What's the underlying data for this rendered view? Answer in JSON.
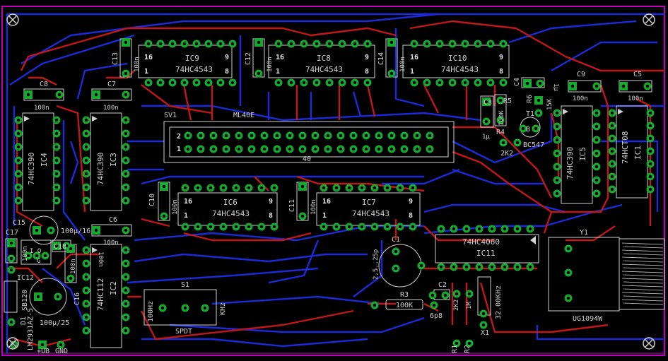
{
  "board": {
    "colors": {
      "background": "#000000",
      "outline": "#c000c0",
      "top_trace": "#c01818",
      "bottom_trace": "#1c2bd8",
      "pad": "#18a830",
      "pad_hole": "#000000",
      "silkscreen": "#d0d0d0"
    }
  },
  "ics": [
    {
      "ref": "IC9",
      "part": "74HC4543",
      "pin_hi": "16",
      "pin_lo": "1",
      "pin_mid": "9",
      "pin_mid2": "8"
    },
    {
      "ref": "IC8",
      "part": "74HC4543",
      "pin_hi": "16",
      "pin_lo": "1",
      "pin_mid": "9",
      "pin_mid2": "8"
    },
    {
      "ref": "IC10",
      "part": "74HC4543",
      "pin_hi": "16",
      "pin_lo": "1",
      "pin_mid": "9",
      "pin_mid2": "8"
    },
    {
      "ref": "IC6",
      "part": "74HC4543",
      "pin_hi": "16",
      "pin_lo": "1",
      "pin_mid": "9",
      "pin_mid2": "8"
    },
    {
      "ref": "IC7",
      "part": "74HC4543",
      "pin_hi": "16",
      "pin_lo": "1",
      "pin_mid": "9",
      "pin_mid2": "8"
    },
    {
      "ref": "IC4",
      "part": "74HC390"
    },
    {
      "ref": "IC3",
      "part": "74HC390"
    },
    {
      "ref": "IC5",
      "part": "74HC390"
    },
    {
      "ref": "IC1",
      "part": "74HCT08"
    },
    {
      "ref": "IC2",
      "part": "74HC112"
    },
    {
      "ref": "IC11",
      "part": "74HC4060"
    }
  ],
  "connector": {
    "ref": "SV1",
    "part": "ML40E",
    "pin_2": "2",
    "pin_1": "1",
    "count": "40"
  },
  "caps": [
    {
      "ref": "C13",
      "value": "100n"
    },
    {
      "ref": "C12",
      "value": "100n"
    },
    {
      "ref": "C14",
      "value": "100n"
    },
    {
      "ref": "C8",
      "value": "100n"
    },
    {
      "ref": "C7",
      "value": "100n"
    },
    {
      "ref": "C9",
      "value": "100n"
    },
    {
      "ref": "C5",
      "value": "100n"
    },
    {
      "ref": "C10",
      "value": "100n"
    },
    {
      "ref": "C11",
      "value": "100n"
    },
    {
      "ref": "C6",
      "value": "100n"
    },
    {
      "ref": "C3",
      "value": "1μ"
    },
    {
      "ref": "C4",
      "value": "1μ"
    },
    {
      "ref": "C17",
      "value": "100n"
    },
    {
      "ref": "C18",
      "value": "100n"
    },
    {
      "ref": "C16",
      "value": "100n"
    },
    {
      "ref": "C15",
      "value": "100μ/16"
    },
    {
      "ref": "C1",
      "value": "2,5..25p"
    },
    {
      "ref": "C2",
      "value": "6p8"
    },
    {
      "ref": "C19",
      "value": "100μ/25"
    }
  ],
  "resistors": [
    {
      "ref": "R5",
      "value": "100K"
    },
    {
      "ref": "R6",
      "value": "15K"
    },
    {
      "ref": "R4",
      "value": "2K2"
    },
    {
      "ref": "R3",
      "value": "100K"
    },
    {
      "ref": "R1",
      "value": "2K2"
    },
    {
      "ref": "R2",
      "value": "1M"
    }
  ],
  "misc": {
    "t1_ref": "T1",
    "t1_part": "BC547",
    "t1_pin_b": "B",
    "s1_ref": "S1",
    "s1_part": "SPDT",
    "s1_left": "100Hz",
    "s1_right": "KHz",
    "y1_ref": "Y1",
    "y1_part": "UG1094W",
    "x1_ref": "X1",
    "x1_value": "32.00KHz",
    "d1_ref": "D1",
    "d1_part": "SB120",
    "ic12_ref": "IC12",
    "ic12_part": "LM2931AZ-5",
    "ic12_pins": "I O",
    "ic12_gnd": "G",
    "power_plus": "+UB",
    "power_gnd": "GND"
  }
}
